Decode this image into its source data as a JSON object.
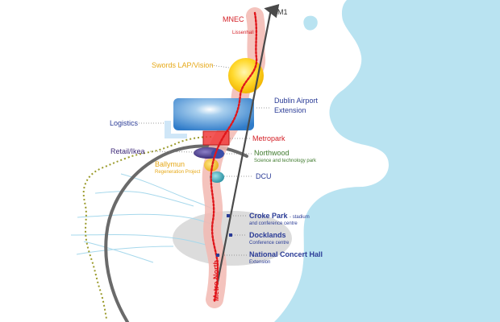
{
  "colors": {
    "sea": "#b9e3f1",
    "metro": "#e0161b",
    "corridor": "#f2b9b2",
    "m1": "#4a4a4a",
    "ring": "#6a6a6a",
    "boundary": "#9a9a2a",
    "rivers": "#a6d8ec",
    "blue_label": "#2a3b96",
    "red_label": "#d42027",
    "gold_label": "#e6a817",
    "green_label": "#3f7a2d",
    "purple": "#3d2878",
    "teal": "#2a8fa0"
  },
  "labels": {
    "m1": "M1",
    "mnec": "MNEC",
    "lissenhall": "Lissenhall",
    "swords": "Swords LAP/Vision",
    "airport_line1": "Dublin Airport",
    "airport_line2": "Extension",
    "logistics": "Logistics",
    "metropark": "Metropark",
    "retail": "Retail/Ikea",
    "northwood": "Northwood",
    "northwood_sub": "Science and technology park",
    "ballymun": "Ballymun",
    "ballymun_sub": "Regeneration Project",
    "dcu": "DCU",
    "croke_park": "Croke Park",
    "croke_park_suffix": "- stadium",
    "croke_park_sub": "and conference centre",
    "docklands": "Docklands",
    "docklands_sub": "Conference centre",
    "nch": "National Concert Hall",
    "nch_sub": "Extension",
    "metro_north": "Metro North"
  }
}
